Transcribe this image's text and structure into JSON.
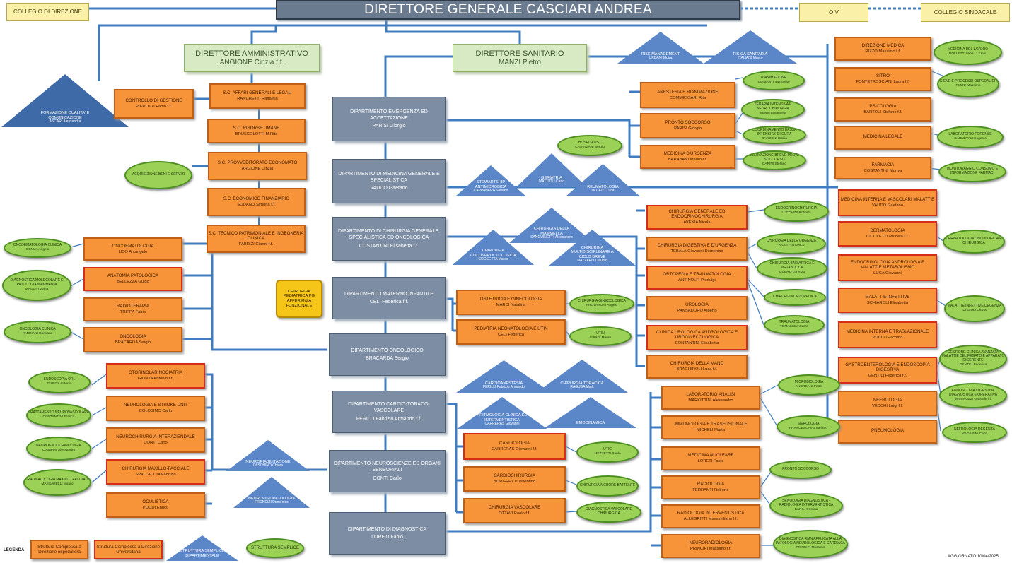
{
  "header": {
    "general_director": "DIRETTORE GENERALE CASCIARI Andrea",
    "collegio_direzione": "COLLEGIO DI DIREZIONE",
    "oiv": "OIV",
    "collegio_sindacale": "COLLEGIO SINDACALE"
  },
  "admin_director": {
    "title": "DIRETTORE AMMINISTRATIVO",
    "head": "ANGIONE Cinzia f.f."
  },
  "health_director": {
    "title": "DIRETTORE SANITARIO",
    "head": "MANZI Pietro"
  },
  "formazione": {
    "title": "FORMAZIONE QUALITA' E COMUNICAZIONE",
    "head": "ASCARI Alessandra"
  },
  "controllo_gestione": {
    "title": "CONTROLLO DI GESTIONE",
    "head": "PIEROTTI Fabio f.f."
  },
  "admin_units": [
    {
      "title": "S.C. AFFARI GENERALI E LEGALI",
      "head": "RANCHETTI Raffaella"
    },
    {
      "title": "S.C. RISORSE UMANE",
      "head": "BRUSCOLOTTI M.Rita"
    },
    {
      "title": "S.C. PROVVEDITORATO ECONOMATO",
      "head": "ARGIONE Cinzia"
    },
    {
      "title": "S.C. ECONOMICO FINANZIARIO",
      "head": "SODANO Simona f.f."
    },
    {
      "title": "S.C. TECNICO PATRIMONIALE E INGEGNERIA CLINICA",
      "head": "FABRIZI Gianni f.f."
    }
  ],
  "acquisizione": {
    "title": "ACQUISIZIONE BENI E SERVIZI"
  },
  "risk": {
    "title": "RISK MANAGEMENT",
    "head": "URBANI Moira"
  },
  "fisica": {
    "title": "FISICA SANITARIA",
    "head": "ITALIANI Marco"
  },
  "staff_right": [
    {
      "title": "DIREZIONE MEDICA",
      "head": "RIZZO Massimo f.f."
    },
    {
      "title": "SITRO",
      "head": "FONTETROSCIANI Laura f.f."
    },
    {
      "title": "PSICOLOGIA",
      "head": "BARTOLI Stefano f.f."
    },
    {
      "title": "MEDICINA LEGALE",
      "head": ""
    },
    {
      "title": "FARMACIA",
      "head": "COSTANTINI Monya"
    }
  ],
  "staff_right_ss": [
    {
      "title": "MEDICINA DEL LAVORO",
      "head": "ROLLETTI Ilaria f.f. Univ."
    },
    {
      "title": "IGIENE E PROCESSI OSPEDALIERI",
      "head": "RIZZO Massimo"
    },
    {
      "title": "LABORATORIO FORENSE",
      "head": "CARNEVALI Eugenio"
    },
    {
      "title": "MONITORAGGIO CONSUMO E INFORMAZIONE FARMACI",
      "head": ""
    }
  ],
  "departments": [
    {
      "title": "DIPARTIMENTO EMERGENZA ED ACCETTAZIONE",
      "head": "PARISI Giorgio"
    },
    {
      "title": "DIPARTIMENTO DI MEDICINA GENERALE E SPECIALISTICA",
      "head": "VAUDO Gaetano"
    },
    {
      "title": "DIPARTIMENTO DI CHIRURGIA GENERALE, SPECIALISTICA ED ONCOLOGICA",
      "head": "COSTANTINI Elisabetta f.f."
    },
    {
      "title": "DIPARTIMENTO MATERNO INFANTILE",
      "head": "CELI Federica f.f."
    },
    {
      "title": "DIPARTIMENTO ONCOLOGICO",
      "head": "BRACARDA Sergio"
    },
    {
      "title": "DIPARTIMENTO CARDIO-TORACO-VASCOLARE",
      "head": "FERILLI Fabrizio Armando f.f."
    },
    {
      "title": "DIPARTIMENTO NEUROSCIENZE ED ORGANI SENSORIALI",
      "head": "CONTI Carlo"
    },
    {
      "title": "DIPARTIMENTO DI DIAGNOSTICA",
      "head": "LORETI Fabio"
    }
  ],
  "emergency_units": [
    {
      "title": "ANESTESIA E RIANIMAZIONE",
      "head": "COMMESSARI Rita"
    },
    {
      "title": "PRONTO SOCCORSO",
      "head": "PARISI Giorgio"
    },
    {
      "title": "MEDICINA D'URGENZA",
      "head": "BARABANI Mauro f.f."
    }
  ],
  "emergency_ss": [
    {
      "title": "RIANIMAZIONE",
      "head": "DIAMANTI Manuelito"
    },
    {
      "title": "TERAPIA INTENSIVA E NEUROCHIRURGIA",
      "head": "SENSI Emanuela"
    },
    {
      "title": "COORDINAMENTO BASSA INTENSITA' DI CURA",
      "head": "CARBONI Emilia"
    },
    {
      "title": "OSSERVAZIONE BREVE PRONTO SOCCORSO",
      "head": "CARINI Stefano"
    }
  ],
  "medicine_tri": [
    {
      "title": "STEWARTSHIP ANTIMICROBICA",
      "head": "CAPPANERA Stefano"
    },
    {
      "title": "GERIATRIA",
      "head": "MATTIOLI Carlo"
    },
    {
      "title": "REUMATOLOGIA",
      "head": "DI CATO Luca"
    }
  ],
  "hospitalist": {
    "title": "HOSPITALIST",
    "head": "CATANZANI Sergio"
  },
  "surgery_tri": [
    {
      "title": "CHIRURGIA COLONPROCTOLOGICA",
      "head": "COCCETTA Marco"
    },
    {
      "title": "CHIRURGIA DELLA MAMMELLA",
      "head": "SANGUINETTI Alessandro"
    },
    {
      "title": "CHIRURGIA MULTIDISCIPLINARE A CICLO BREVE",
      "head": "NAZZARO Claudio"
    }
  ],
  "surgery_units": [
    {
      "title": "CHIRURGIA GENERALE ED ENDOCRINOCHIRURGIA",
      "head": "AVENIA Nicola"
    },
    {
      "title": "CHIRURGIA DIGESTIVA E D'URGENZA",
      "head": "TEBALA Giovanni Domenico"
    },
    {
      "title": "ORTOPEDIA E TRAUMATOLOGIA",
      "head": "ANTINOLFI Pierluigi"
    },
    {
      "title": "UROLOGIA",
      "head": "PANSADORO Alberto"
    },
    {
      "title": "CLINICA UROLOGICA ANDROLOGICA E UROGINECOLOGICA",
      "head": "CONTANTINI Elisabetta"
    },
    {
      "title": "CHIRURGIA DELLA MANO",
      "head": "BRAGHIROLI Luca f.f."
    }
  ],
  "surgery_ss": [
    {
      "title": "ENDOCRINOCHIRURGIA",
      "head": "LUCCHINI Roberta"
    },
    {
      "title": "CHIRURGIA DELLE URGENZE",
      "head": "RICCI Francesco"
    },
    {
      "title": "CHIRURGIA BARIATRICA E METABOLICA",
      "head": "GUERO Lorenzo"
    },
    {
      "title": "CHIRURGIA ORTOPEDICA",
      "head": ""
    },
    {
      "title": "TRAUMATOLOGIA",
      "head": "TOMASSINI Dante"
    }
  ],
  "medicine_units": [
    {
      "title": "MEDICINA INTERNA E VASCOLARI MALATTIE",
      "head": "VAUDO Gaetano"
    },
    {
      "title": "DERMATOLOGIA",
      "head": "CICOLETTI Michela f.f."
    },
    {
      "title": "ENDOCRINOLOGIA ANDROLOGIA E MALATTIE METABOLISMO",
      "head": "LUCA Giovanni"
    },
    {
      "title": "MALATTIE INFETTIVE",
      "head": "SCHIAROLI Elisabetta"
    },
    {
      "title": "MEDICINA INTERNA E TRASLAZIONALE",
      "head": "PUCCI Giacomo"
    },
    {
      "title": "GASTROENTEROLOGIA E ENDOSCOPIA DIGESTIVA",
      "head": "GENTILI Federica f.f."
    },
    {
      "title": "NEFROLOGIA",
      "head": "VECCHI Luigi f.f."
    },
    {
      "title": "PNEUMOLOGIA",
      "head": ""
    }
  ],
  "medicine_ss": [
    {
      "title": "DERMATOLOGIA ONCOLOGICA E CHIRURGICA",
      "head": ""
    },
    {
      "title": "MALATTIE INFETTIVE DEGENZA",
      "head": "DI GIULI Cinzia"
    },
    {
      "title": "GESTIONE CLINICA AVANZATA MALATTIE DEL FEGATO E APPARATO DIGERENTE",
      "head": "GENTILI Federica"
    },
    {
      "title": "ENDOSCOPIA DIGESTIVA DIAGNOSTICA E OPERATIVA",
      "head": "MARINOZZI Gabriele f.f."
    },
    {
      "title": "NEFROLOGIA DEGENZA",
      "head": "MAGARINI Carlo"
    }
  ],
  "materno_units": [
    {
      "title": "OSTETRICIA E GINECOLOGIA",
      "head": "MARCI Natalina"
    },
    {
      "title": "PEDIATRIA NEONATOLOGIA E UTIN",
      "head": "CELI Federica"
    }
  ],
  "materno_ss": [
    {
      "title": "CHIRURGIA GINECOLOGICA",
      "head": "PROVARONI Angelo"
    },
    {
      "title": "UTIN",
      "head": "LUPIDI Mauro"
    }
  ],
  "chirurgia_pediatrica": {
    "title": "CHIRURGIA PEDIATRICA PG AFFERENZA FUNZIONALE"
  },
  "oncology_units": [
    {
      "title": "ONCOEMATOLOGIA",
      "head": "LISO Arcangelo"
    },
    {
      "title": "ANATOMIA PATOLOGICA",
      "head": "BELLEZZA Guido"
    },
    {
      "title": "RADIOTERAPIA",
      "head": "TRIPPA Fabio"
    },
    {
      "title": "ONCOLOGIA",
      "head": "BRACARDA Sergio"
    }
  ],
  "oncology_ss": [
    {
      "title": "ONCOEMATOLOGIA CLINICA",
      "head": "GENUA Angelo"
    },
    {
      "title": "DIAGNOSTICA MOLECOLARE E PATOLOGIA MAMMARIA",
      "head": "MAGGI Tiziana"
    },
    {
      "title": "ONCOLOGIA CLINICA",
      "head": "PARRIANI Damiano"
    }
  ],
  "cardio_tri": [
    {
      "title": "CARDIOANESTESIA",
      "head": "FERILLI Fabrizio Armando"
    },
    {
      "title": "CHIRURGIA TORACICA",
      "head": "RAGUSA Mark"
    },
    {
      "title": "ARITMOLOGIA CLINICA ED INTERVENTISTICA",
      "head": "CARRERAS Giovanni"
    },
    {
      "title": "EMODINAMICA",
      "head": ""
    }
  ],
  "cardio_units": [
    {
      "title": "CARDIOLOGIA",
      "head": "CARRERAS Giovanni f.f."
    },
    {
      "title": "CARDIOCHIRURGIA",
      "head": "BORGHETTI Valentino"
    },
    {
      "title": "CHIRURGIA VASCOLARE",
      "head": "OTTAVI Paolo f.f."
    }
  ],
  "cardio_ss": [
    {
      "title": "UTIC",
      "head": "MEZZETTI Paolo"
    },
    {
      "title": "CHIRURGIA A CUORE BATTENTE",
      "head": ""
    },
    {
      "title": "DIAGNOSTICA VASCOLARE CHIRURGICA",
      "head": ""
    }
  ],
  "neuro_units": [
    {
      "title": "OTORINOLARINGOIATRIA",
      "head": "GIUNTA Antonio f.f."
    },
    {
      "title": "NEUROLOGIA E STROKE UNIT",
      "head": "COLOSIMO Carlo"
    },
    {
      "title": "NEUROCHIRURGIA INTERAZIENDALE",
      "head": "CONTI Carlo"
    },
    {
      "title": "CHIRURGIA MAXILLO-FACCIALE",
      "head": "SPALLACCIA Fabrizio"
    },
    {
      "title": "OCULISTICA",
      "head": "PODDI Enrico"
    }
  ],
  "neuro_ss": [
    {
      "title": "ENDOSCOPIA ORL",
      "head": "GIUNTA Antonio"
    },
    {
      "title": "TRATTAMENTO NEUROVASCOLARE",
      "head": "COSTANTINI Franco"
    },
    {
      "title": "NEUROENDOCRINOLOGIA",
      "head": "CIAMPINI Alessandro"
    },
    {
      "title": "TRAUMATOLOGIA MAXILLO FACCIALE",
      "head": "MASSARELLI Mauro"
    }
  ],
  "neuro_tri": [
    {
      "title": "NEURORIABILITAZIONE",
      "head": "DI SCHINO Chiara"
    },
    {
      "title": "NEUROFISIOPATOLOGIA",
      "head": "FRONDIZI Domenico"
    }
  ],
  "diagnostics_units": [
    {
      "title": "LABORATORIO ANALISI",
      "head": "MARKITTINI Alessandro"
    },
    {
      "title": "IMMUNOLOGIA E TRASFUSIONALE",
      "head": "MICHELI Marta"
    },
    {
      "title": "MEDICINA NUCLEARE",
      "head": "LORETI Fabio"
    },
    {
      "title": "RADIOLOGIA",
      "head": "FERRANTI Roberto"
    },
    {
      "title": "RADIOLOGIA INTERVENTISTICA",
      "head": "ALLEGRITTI Massimiliano f.f."
    },
    {
      "title": "NEURORADIOLOGIA",
      "head": "PRINCIPI Massimo f.f."
    }
  ],
  "diagnostics_ss": [
    {
      "title": "MICROBIOLOGIA",
      "head": "ANDREANI Paolo"
    },
    {
      "title": "SIEROLOGIA",
      "head": "FRANCESCHINI Stefano"
    },
    {
      "title": "PRONTO SOCCORSO",
      "head": ""
    },
    {
      "title": "SENOLOGIA DIAGNOSTICA - RADIOLOGIA INTERVENTISTICA",
      "head": "BARILI Cristina"
    },
    {
      "title": "DIAGNOSTICA RMN APPLICATA ALLA PATOLOGIA NEUROLOGICA E CARDIACA",
      "head": "PRINCIPI Massimo"
    }
  ],
  "legend": {
    "label": "LEGENDA",
    "complex_hospital": "Struttura Complessa a Direzione ospedaliera",
    "complex_univ": "Struttura Complessa a Direzione Universitaria",
    "simple_dept": "Struttura Semplice Dipartimentale",
    "simple": "Struttura Semplice"
  },
  "updated": "AGGIORNATO 10/04/2025"
}
